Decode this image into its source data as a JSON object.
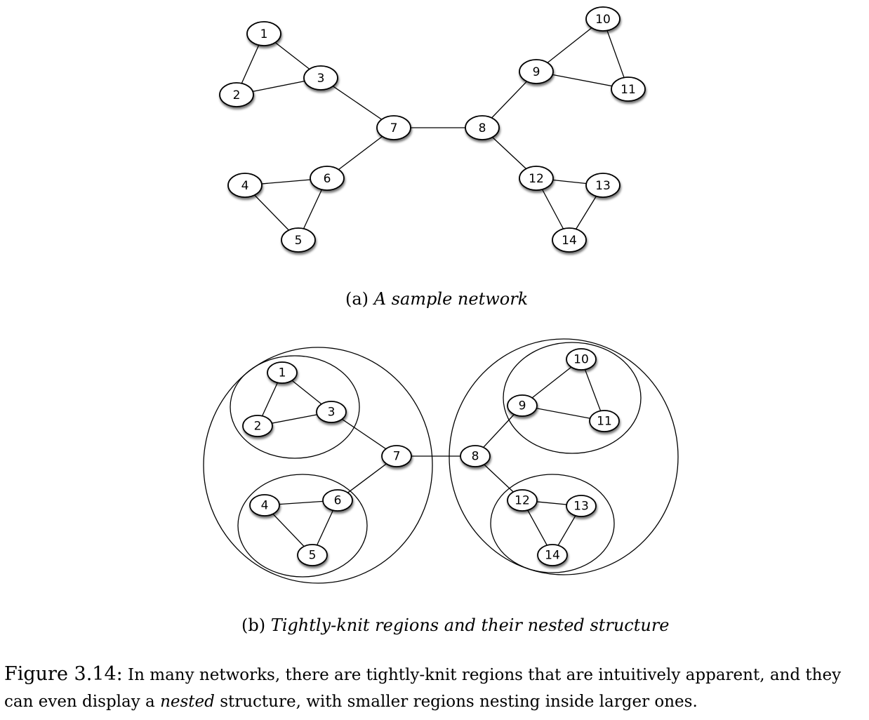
{
  "panel_a": {
    "caption_label": "(a)",
    "caption_text": "A sample network"
  },
  "panel_b": {
    "caption_label": "(b)",
    "caption_text": "Tightly-knit regions and their nested structure"
  },
  "figure_caption": {
    "label": "Figure 3.14:",
    "text_1": "In many networks, there are tightly-knit regions that are intuitively apparent, and they can even display a",
    "emphasis": "nested",
    "text_2": "structure, with smaller regions nesting inside larger ones."
  },
  "graph": {
    "nodes": [
      "1",
      "2",
      "3",
      "4",
      "5",
      "6",
      "7",
      "8",
      "9",
      "10",
      "11",
      "12",
      "13",
      "14"
    ],
    "edges": [
      [
        "1",
        "2"
      ],
      [
        "1",
        "3"
      ],
      [
        "2",
        "3"
      ],
      [
        "3",
        "7"
      ],
      [
        "4",
        "5"
      ],
      [
        "4",
        "6"
      ],
      [
        "5",
        "6"
      ],
      [
        "6",
        "7"
      ],
      [
        "7",
        "8"
      ],
      [
        "8",
        "9"
      ],
      [
        "9",
        "10"
      ],
      [
        "9",
        "11"
      ],
      [
        "10",
        "11"
      ],
      [
        "8",
        "12"
      ],
      [
        "12",
        "13"
      ],
      [
        "12",
        "14"
      ],
      [
        "13",
        "14"
      ]
    ]
  },
  "regions": {
    "outer": [
      [
        "1",
        "2",
        "3",
        "4",
        "5",
        "6",
        "7"
      ],
      [
        "8",
        "9",
        "10",
        "11",
        "12",
        "13",
        "14"
      ]
    ],
    "inner": [
      [
        "1",
        "2",
        "3"
      ],
      [
        "4",
        "5",
        "6"
      ],
      [
        "9",
        "10",
        "11"
      ],
      [
        "12",
        "13",
        "14"
      ]
    ]
  }
}
